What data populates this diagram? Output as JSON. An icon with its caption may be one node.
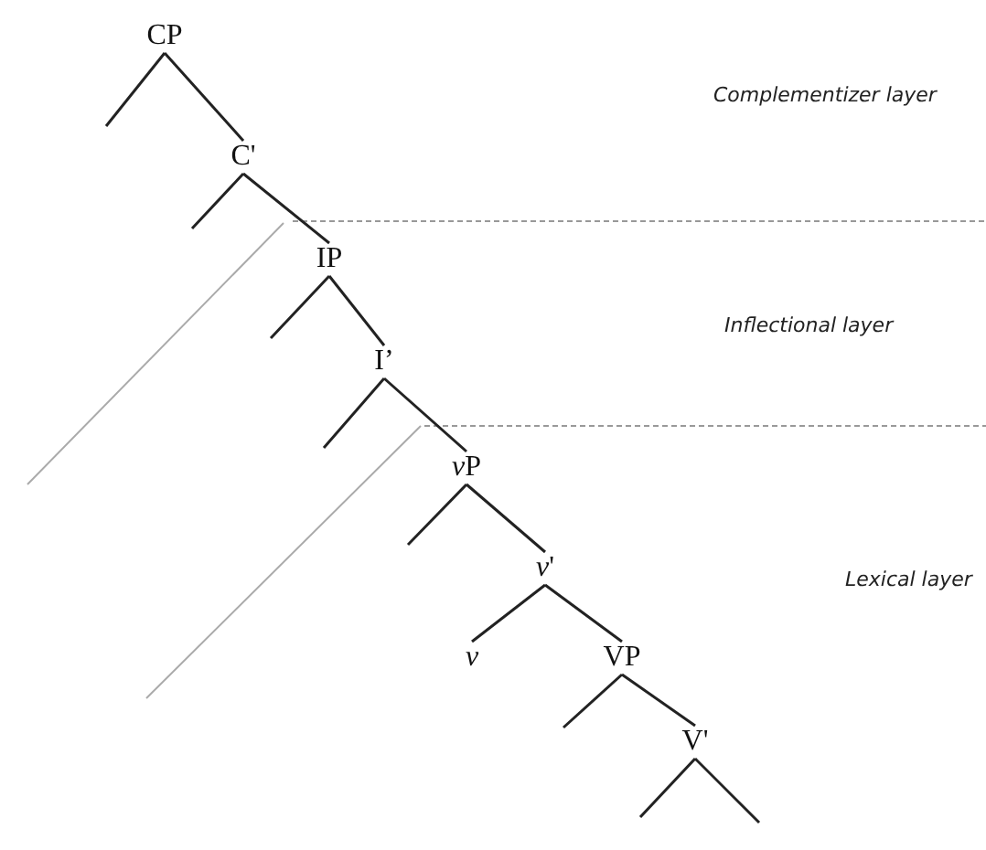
{
  "diagram": {
    "nodes": [
      {
        "text": [
          "CP"
        ]
      },
      {
        "text": [
          "C'"
        ]
      },
      {
        "text": [
          "IP"
        ]
      },
      {
        "text": [
          "I’"
        ]
      },
      {
        "text": [
          "vP"
        ]
      },
      {
        "text": [
          "v'"
        ]
      },
      {
        "text": [
          "v"
        ]
      },
      {
        "text": [
          "VP"
        ]
      },
      {
        "text": [
          "V'"
        ]
      }
    ],
    "edges": [
      {
        "from": 0,
        "to": null,
        "arrow": "none"
      },
      {
        "from": 0,
        "to": 1,
        "arrow": "none"
      },
      {
        "from": 1,
        "to": null,
        "arrow": "none"
      },
      {
        "from": 1,
        "to": 2,
        "arrow": "none"
      },
      {
        "from": 2,
        "to": null,
        "arrow": "none"
      },
      {
        "from": 2,
        "to": 3,
        "arrow": "none"
      },
      {
        "from": 3,
        "to": null,
        "arrow": "none"
      },
      {
        "from": 3,
        "to": 4,
        "arrow": "none"
      },
      {
        "from": 4,
        "to": null,
        "arrow": "none"
      },
      {
        "from": 4,
        "to": 5,
        "arrow": "none"
      },
      {
        "from": 5,
        "to": 6,
        "arrow": "none"
      },
      {
        "from": 5,
        "to": 7,
        "arrow": "none"
      },
      {
        "from": 7,
        "to": null,
        "arrow": "none"
      },
      {
        "from": 7,
        "to": 8,
        "arrow": "none"
      },
      {
        "from": 8,
        "to": null,
        "arrow": "none"
      },
      {
        "from": 8,
        "to": null,
        "arrow": "none"
      }
    ],
    "labels": [
      "Complementizer layer",
      "Inflectional layer",
      "Lexical layer"
    ]
  }
}
